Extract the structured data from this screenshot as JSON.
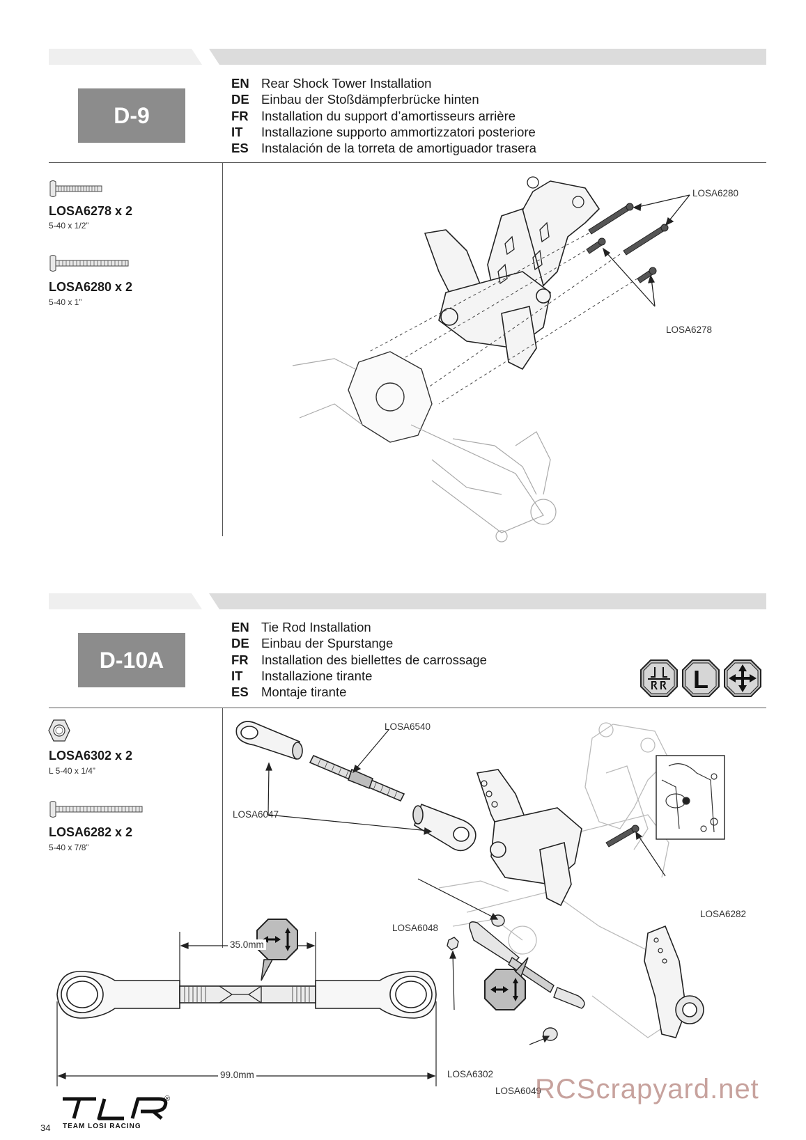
{
  "step_d9": {
    "number": "D-9",
    "titles": [
      {
        "code": "EN",
        "text": "Rear Shock Tower Installation"
      },
      {
        "code": "DE",
        "text": "Einbau der Stoßdämpferbrücke hinten"
      },
      {
        "code": "FR",
        "text": "Installation du support d’amortisseurs arrière"
      },
      {
        "code": "IT",
        "text": "Installazione supporto ammortizzatori posteriore"
      },
      {
        "code": "ES",
        "text": "Instalación de la torreta de amortiguador trasera"
      }
    ],
    "parts": [
      {
        "name": "LOSA6278 x 2",
        "size": "5-40 x 1/2”"
      },
      {
        "name": "LOSA6280 x 2",
        "size": "5-40 x 1”"
      }
    ],
    "callouts": {
      "top": "LOSA6280",
      "bottom": "LOSA6278"
    }
  },
  "step_d10a": {
    "number": "D-10A",
    "titles": [
      {
        "code": "EN",
        "text": "Tie Rod Installation"
      },
      {
        "code": "DE",
        "text": "Einbau der Spurstange"
      },
      {
        "code": "FR",
        "text": "Installation des biellettes de carrossage"
      },
      {
        "code": "IT",
        "text": "Installazione tirante"
      },
      {
        "code": "ES",
        "text": "Montaje tirante"
      }
    ],
    "parts": [
      {
        "name": "LOSA6302 x 2",
        "size": "L 5-40 x 1/4”"
      },
      {
        "name": "LOSA6282 x 2",
        "size": "5-40 x 7/8”"
      }
    ],
    "callouts": {
      "rod": "LOSA6540",
      "rod_end": "LOSA6047",
      "spacer": "LOSA6048",
      "screw": "LOSA6282",
      "nut": "LOSA6302",
      "ball": "LOSA6049"
    },
    "dimensions": {
      "inner": "35.0mm",
      "overall": "99.0mm"
    },
    "tool_icons": [
      "left-right-threads-icon",
      "left-thread-icon",
      "adjust-arrows-icon"
    ],
    "tool_letter": "L"
  },
  "footer": {
    "page_number": "34",
    "logo_text": "TLR",
    "logo_subtext": "TEAM LOSI RACING",
    "registered": "®",
    "watermark": "RCScrapyard.net"
  }
}
